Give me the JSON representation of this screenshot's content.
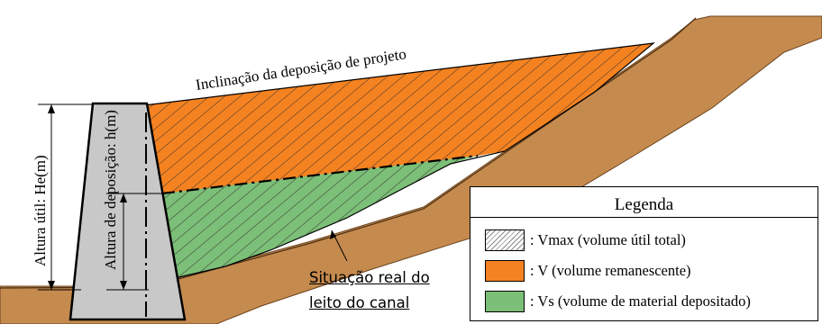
{
  "diagram": {
    "slope_label": "Inclinação  da deposição de projeto",
    "useful_height_label": "Altura útil: He(m)",
    "deposition_height_label": "Altura de deposição: h(m)",
    "real_bed_label_line1": "Situação real do",
    "real_bed_label_line2": "leito do canal"
  },
  "legend": {
    "title": "Legenda",
    "items": [
      {
        "swatch": "hatch",
        "text": ": Vmax (volume útil total)"
      },
      {
        "swatch": "orange",
        "text": ": V (volume remanescente)"
      },
      {
        "swatch": "green",
        "text": ": Vs (volume de material depositado)"
      }
    ]
  },
  "colors": {
    "soil": "#c58a4e",
    "dam": "#c8c8c8",
    "remaining_volume": "#f58220",
    "deposited_volume": "#7cbf78",
    "useful_volume_hatch": "#8a8a8a"
  }
}
